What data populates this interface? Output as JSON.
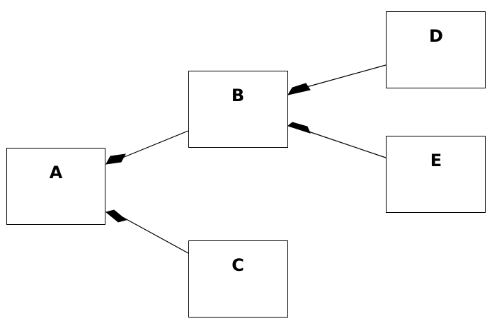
{
  "diagram": {
    "nodes": {
      "A": {
        "label": "A"
      },
      "B": {
        "label": "B"
      },
      "C": {
        "label": "C"
      },
      "D": {
        "label": "D"
      },
      "E": {
        "label": "E"
      }
    },
    "edges": [
      {
        "from": "A",
        "to": "B",
        "marker": "filled-diamond"
      },
      {
        "from": "A",
        "to": "C",
        "marker": "filled-diamond"
      },
      {
        "from": "B",
        "to": "D",
        "marker": "filled-diamond"
      },
      {
        "from": "B",
        "to": "E",
        "marker": "filled-diamond"
      }
    ],
    "colors": {
      "stroke": "#000000",
      "fill": "#ffffff",
      "marker": "#000000"
    }
  }
}
